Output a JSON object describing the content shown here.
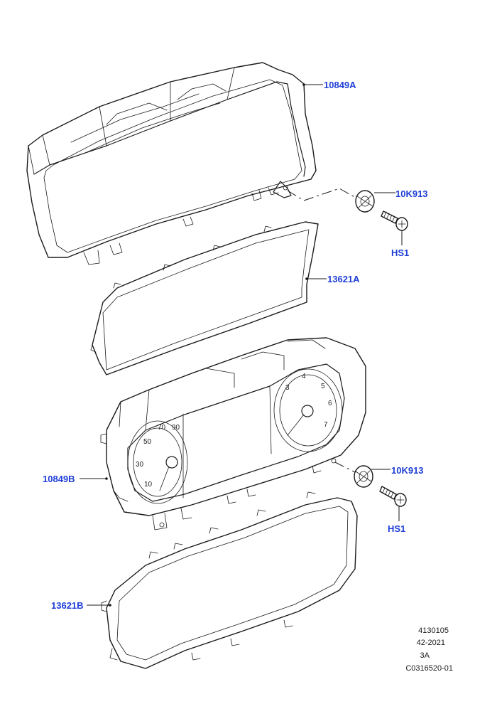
{
  "parts": {
    "p10849A": "10849A",
    "p10K913_upper": "10K913",
    "pHS1_upper": "HS1",
    "p13621A": "13621A",
    "p10849B": "10849B",
    "p10K913_lower": "10K913",
    "pHS1_lower": "HS1",
    "p13621B": "13621B"
  },
  "gauges": {
    "right": [
      "3",
      "4",
      "5",
      "6",
      "7"
    ],
    "left": [
      "10",
      "30",
      "50",
      "70",
      "90"
    ]
  },
  "footer": {
    "line1": "4130105",
    "line2": "42-2021",
    "line3": "3A",
    "line4": "C0316520-01"
  }
}
